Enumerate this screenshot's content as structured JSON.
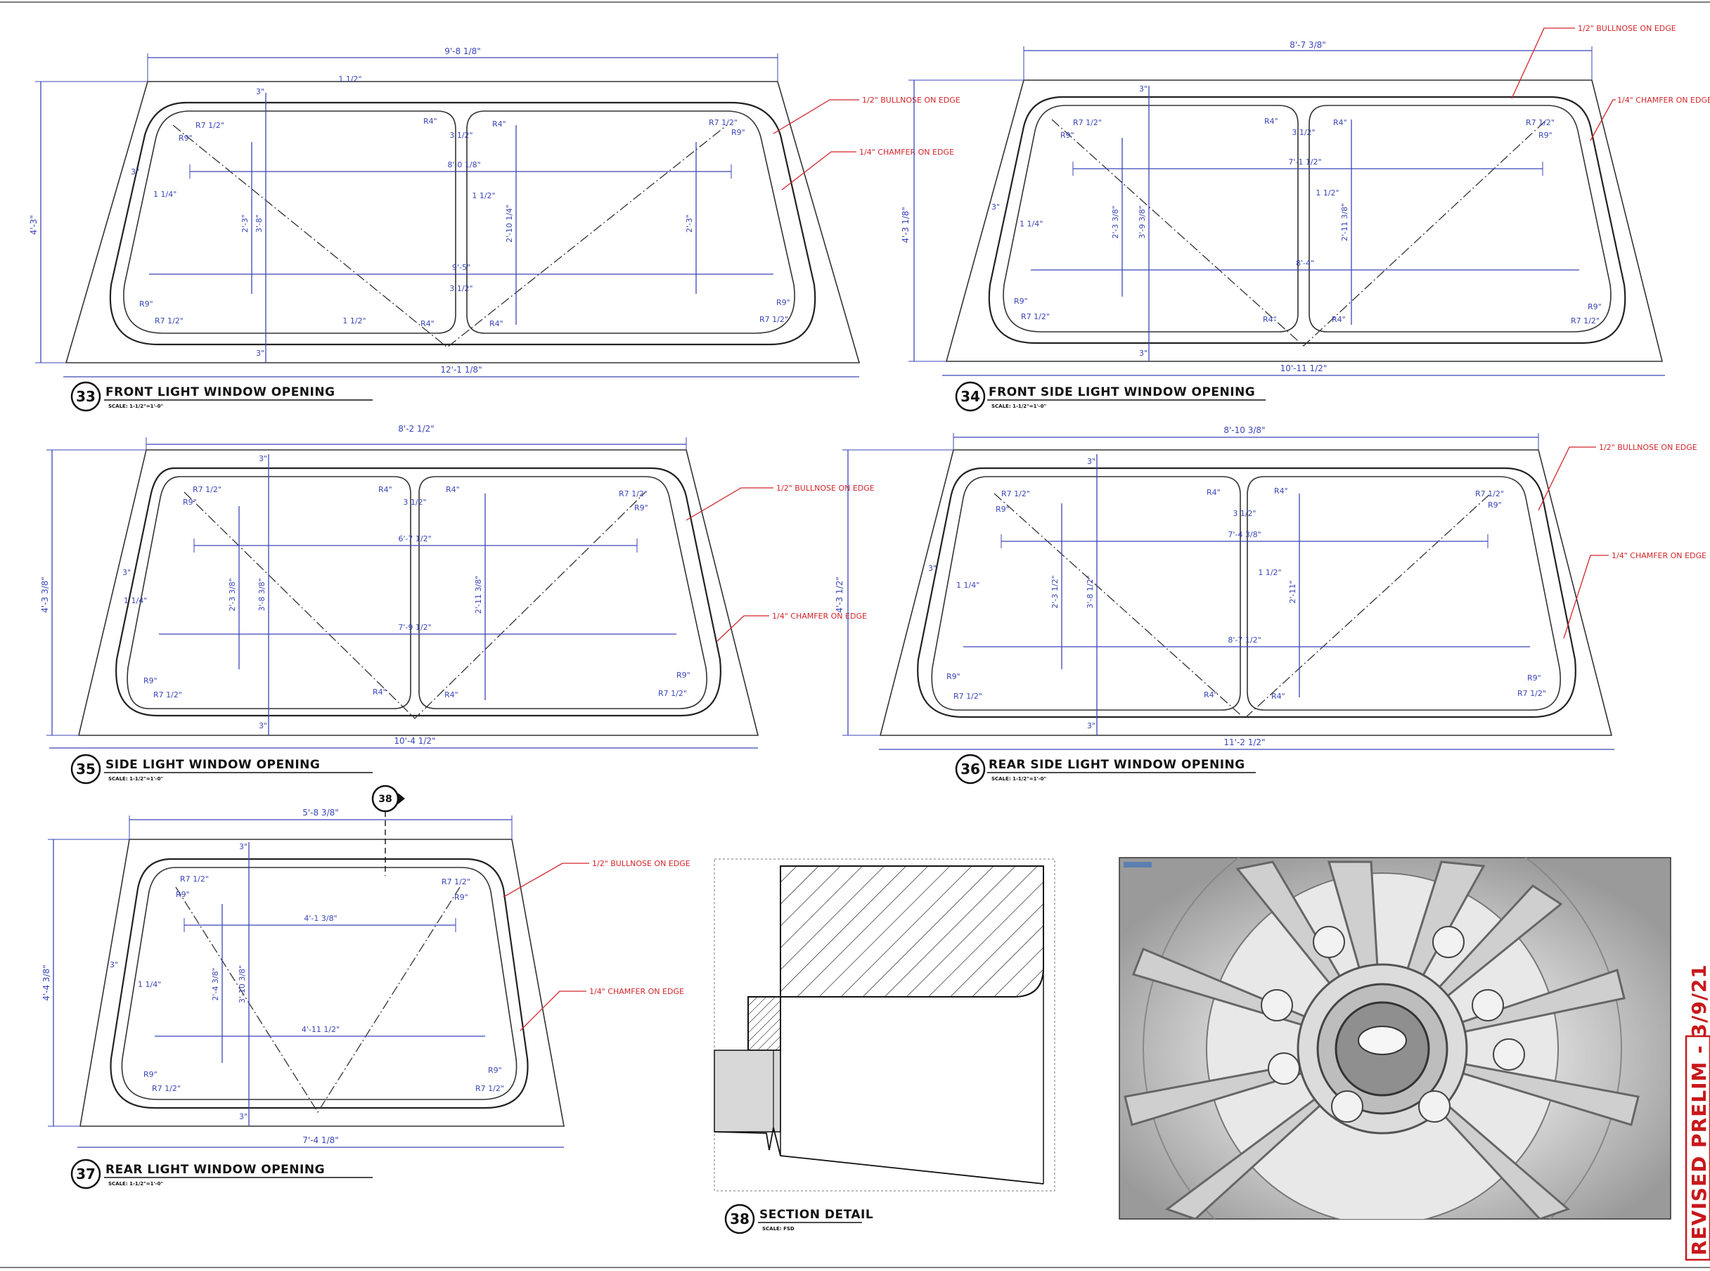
{
  "drawings": {
    "d33": {
      "number": "33",
      "title": "FRONT LIGHT WINDOW OPENING",
      "scale": "SCALE: 1-1/2\"=1'-0\"",
      "top_width": "9'-8 1/8\"",
      "bottom_width": "12'-1 1/8\"",
      "height": "4'-3\"",
      "upper_span": "8'-0 1/8\"",
      "lower_span": "9'-5\"",
      "left_h1": "2'-3\"",
      "left_h2": "3'-8\"",
      "center_h": "2'-10 1/4\"",
      "right_h": "2'-3\"",
      "gap_top": "3 1/2\"",
      "gap_bot": "3 1/2\"",
      "side_a": "3\"",
      "side_b": "1 1/4\"",
      "mid_gap": "1 1/2\"",
      "bot_gap": "1 1/2\"",
      "top_gap": "1 1/2\"",
      "r_tl": "R7 1/2\"",
      "r_tl2": "R9\"",
      "r_tr": "R7 1/2\"",
      "r_tr2": "R9\"",
      "r_bl": "R9\"",
      "r_bl2": "R7 1/2\"",
      "r_br": "R9\"",
      "r_br2": "R7 1/2\"",
      "r_m1": "R4\"",
      "r_m2": "R4\"",
      "r_m3": "R4\"",
      "r_m4": "R4\"",
      "inch_top": "3\"",
      "inch_bot": "3\"",
      "note_bullnose": "1/2\" BULLNOSE ON EDGE",
      "note_chamfer": "1/4\" CHAMFER ON EDGE"
    },
    "d34": {
      "number": "34",
      "title": "FRONT SIDE LIGHT WINDOW OPENING",
      "scale": "SCALE: 1-1/2\"=1'-0\"",
      "top_width": "8'-7 3/8\"",
      "bottom_width": "10'-11 1/2\"",
      "height": "4'-3 1/8\"",
      "upper_span": "7'-1 1/2\"",
      "lower_span": "8'-4\"",
      "left_h1": "2'-3 3/8\"",
      "left_h2": "3'-9 3/8\"",
      "center_h": "2'-11 3/8\"",
      "gap_top": "3 1/2\"",
      "side_a": "3\"",
      "side_b": "1 1/4\"",
      "mid_gap": "1 1/2\"",
      "r_tl": "R7 1/2\"",
      "r_tl2": "R9\"",
      "r_tr": "R7 1/2\"",
      "r_tr2": "R9\"",
      "r_bl": "R9\"",
      "r_bl2": "R7 1/2\"",
      "r_br": "R9\"",
      "r_br2": "R7 1/2\"",
      "r_m1": "R4\"",
      "r_m2": "R4\"",
      "r_m3": "R4\"",
      "r_m4": "R4\"",
      "inch_top": "3\"",
      "inch_bot": "3\"",
      "note_bullnose": "1/2\" BULLNOSE ON EDGE",
      "note_chamfer": "1/4\" CHAMFER ON EDGE"
    },
    "d35": {
      "number": "35",
      "title": "SIDE LIGHT WINDOW OPENING",
      "scale": "SCALE: 1-1/2\"=1'-0\"",
      "top_width": "8'-2 1/2\"",
      "bottom_width": "10'-4 1/2\"",
      "height": "4'-3 3/8\"",
      "upper_span": "6'-7 1/2\"",
      "lower_span": "7'-9 1/2\"",
      "left_h1": "2'-3 3/8\"",
      "left_h2": "3'-8 3/8\"",
      "center_h": "2'-11 3/8\"",
      "gap_top": "3 1/2\"",
      "side_a": "3\"",
      "side_b": "1 1/4\"",
      "r_tl": "R7 1/2\"",
      "r_tl2": "R9\"",
      "r_tr": "R7 1/2\"",
      "r_tr2": "R9\"",
      "r_bl": "R9\"",
      "r_bl2": "R7 1/2\"",
      "r_br": "R9\"",
      "r_br2": "R7 1/2\"",
      "r_m1": "R4\"",
      "r_m2": "R4\"",
      "r_m3": "R4\"",
      "r_m4": "R4\"",
      "inch_top": "3\"",
      "inch_bot": "3\"",
      "note_bullnose": "1/2\" BULLNOSE ON EDGE",
      "note_chamfer": "1/4\" CHAMFER ON EDGE"
    },
    "d36": {
      "number": "36",
      "title": "REAR SIDE LIGHT WINDOW OPENING",
      "scale": "SCALE: 1-1/2\"=1'-0\"",
      "top_width": "8'-10 3/8\"",
      "bottom_width": "11'-2 1/2\"",
      "height": "4'-3 1/2\"",
      "upper_span": "7'-4 3/8\"",
      "lower_span": "8'-7 1/2\"",
      "left_h1": "2'-3 1/2\"",
      "left_h2": "3'-8 1/2\"",
      "center_h": "2'-11\"",
      "gap_top": "3 1/2\"",
      "side_a": "3\"",
      "side_b": "1 1/4\"",
      "mid_gap": "1 1/2\"",
      "r_tl": "R7 1/2\"",
      "r_tl2": "R9\"",
      "r_tr": "R7 1/2\"",
      "r_tr2": "R9\"",
      "r_bl": "R9\"",
      "r_bl2": "R7 1/2\"",
      "r_br": "R9\"",
      "r_br2": "R7 1/2\"",
      "r_m1": "R4\"",
      "r_m2": "R4\"",
      "r_m3": "R4\"",
      "r_m4": "R4\"",
      "inch_top": "3\"",
      "inch_bot": "3\"",
      "note_bullnose": "1/2\" BULLNOSE ON EDGE",
      "note_chamfer": "1/4\" CHAMFER ON EDGE"
    },
    "d37": {
      "number": "37",
      "title": "REAR LIGHT WINDOW OPENING",
      "scale": "SCALE: 1-1/2\"=1'-0\"",
      "top_width": "5'-8 3/8\"",
      "bottom_width": "7'-4 1/8\"",
      "height": "4'-4 3/8\"",
      "upper_span": "4'-1 3/8\"",
      "lower_span": "4'-11 1/2\"",
      "left_h1": "2'-4 3/8\"",
      "left_h2": "3'-10 3/8\"",
      "side_a": "3\"",
      "side_b": "1 1/4\"",
      "r_tl": "R7 1/2\"",
      "r_tl2": "R9\"",
      "r_tr": "R7 1/2\"",
      "r_tr2": "R9\"",
      "r_bl": "R9\"",
      "r_bl2": "R7 1/2\"",
      "r_br": "R9\"",
      "r_br2": "R7 1/2\"",
      "inch_top": "3\"",
      "inch_bot": "3\"",
      "note_bullnose": "1/2\" BULLNOSE ON EDGE",
      "note_chamfer": "1/4\" CHAMFER ON EDGE"
    },
    "d38": {
      "number": "38",
      "title": "SECTION DETAIL",
      "scale": "SCALE: FSD",
      "callout": "38"
    }
  },
  "stamp": "REVISED PRELIM - 3/9/21",
  "colors": {
    "dimension": "#3b46b8",
    "note": "#d2262a",
    "line": "#222222",
    "stamp": "#c8181b"
  }
}
